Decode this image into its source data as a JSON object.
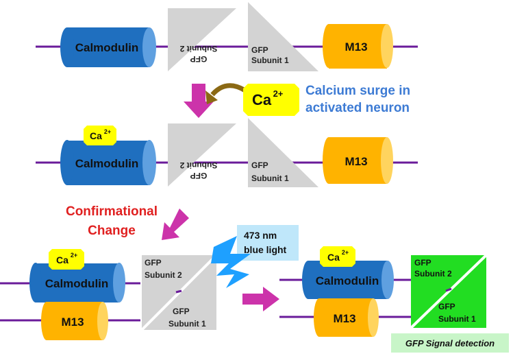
{
  "colors": {
    "purple_line": "#6a1b9a",
    "calmodulin_blue": "#1f6fbf",
    "m13_orange": "#ffb300",
    "ca_yellow": "#ffff00",
    "arrow_magenta": "#cc33aa",
    "arrow_brown": "#8b6914",
    "grey_gfp": "#d3d3d3",
    "gfp_green": "#22dd22",
    "callout_blue": "#3d7bd4",
    "change_red": "#e02020",
    "lightning_blue": "#1ea0ff",
    "light_blue_box": "#bfe7fa",
    "light_green_box": "#c8f5c8"
  },
  "labels": {
    "calmodulin": "Calmodulin",
    "m13": "M13",
    "ca_ion": "Ca",
    "ca_sup": "2+",
    "gfp": "GFP",
    "subunit_1": "Subunit 1",
    "subunit_2": "Subunit 2",
    "calcium_surge_line1": "Calcium surge in",
    "calcium_surge_line2": "activated neuron",
    "confirmational_line1": "Confirmational",
    "confirmational_line2": "Change",
    "light_line1": "473 nm",
    "light_line2": "blue light",
    "signal": "GFP Signal detection"
  }
}
